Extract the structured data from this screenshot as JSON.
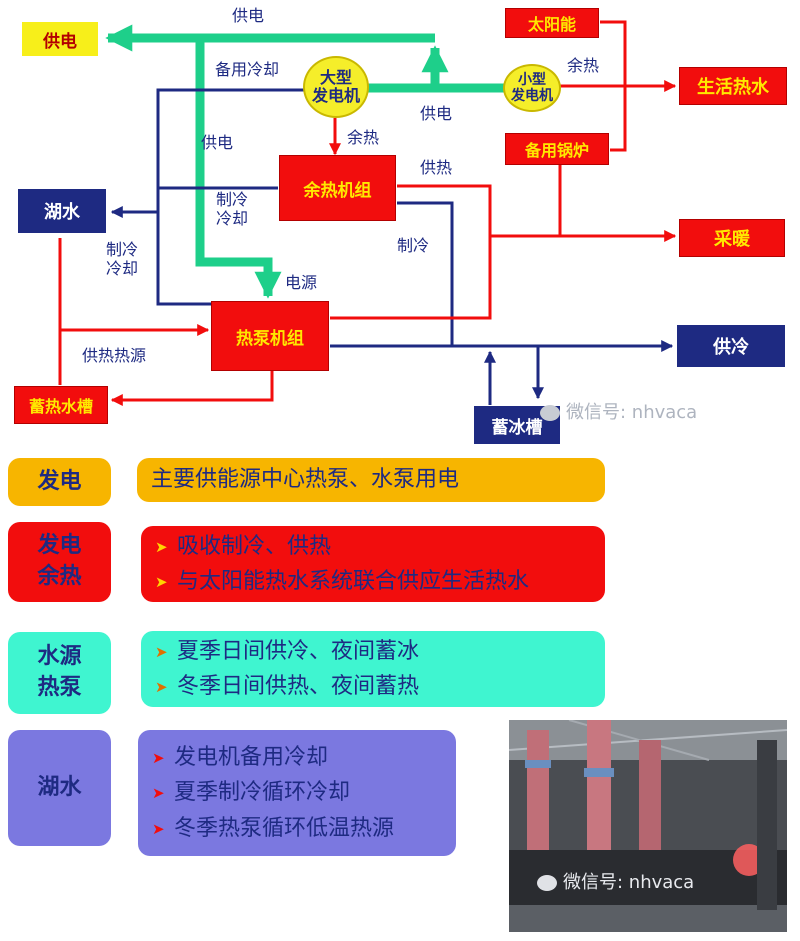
{
  "diagram": {
    "nodes": {
      "power_supply_out": "供电",
      "solar": "太阳能",
      "large_generator": "大型\n发电机",
      "small_generator": "小型\n发电机",
      "backup_boiler": "备用锅炉",
      "domestic_hot_water": "生活热水",
      "waste_heat_unit": "余热机组",
      "heating": "采暖",
      "lake_water": "湖水",
      "heat_pump_unit": "热泵机组",
      "cooling_supply": "供冷",
      "heat_storage_tank": "蓄热水槽",
      "ice_storage_tank": "蓄冰槽"
    },
    "labels": {
      "power_top": "供电",
      "backup_cooling": "备用冷却",
      "waste_heat_right": "余热",
      "power_mid": "供电",
      "power_left": "供电",
      "waste_heat_down": "余热",
      "heat_supply": "供热",
      "cooling_chill": "制冷\n冷却",
      "refrigeration_right": "制冷",
      "cooling_lake": "制冷\n冷却",
      "power_source": "电源",
      "heat_source": "供热热源"
    },
    "watermark": "微信号: nhvaca"
  },
  "summary": [
    {
      "tag": "发电",
      "items": [
        "主要供能源中心热泵、水泵用电"
      ],
      "tag_bg": "#f7b500",
      "tag_color": "#1e2a82",
      "panel_bg": "#f7b500",
      "panel_color": "#1e2a82"
    },
    {
      "tag": "发电\n余热",
      "items": [
        "吸收制冷、供热",
        "与太阳能热水系统联合供应生活热水"
      ],
      "tag_bg": "#f20d0d",
      "tag_color": "#1e2a82",
      "panel_bg": "#f20d0d",
      "panel_color": "#1e2a82",
      "bullet_color": "#ffd400"
    },
    {
      "tag": "水源\n热泵",
      "items": [
        "夏季日间供冷、夜间蓄冰",
        "冬季日间供热、夜间蓄热"
      ],
      "tag_bg": "#3ff5d0",
      "tag_color": "#1e2a82",
      "panel_bg": "#3ff5d0",
      "panel_color": "#1e2a82",
      "bullet_color": "#e07000"
    },
    {
      "tag": "湖水",
      "items": [
        "发电机备用冷却",
        "夏季制冷循环冷却",
        "冬季热泵循环低温热源"
      ],
      "tag_bg": "#7b78e0",
      "tag_color": "#1e2a82",
      "panel_bg": "#7b78e0",
      "panel_color": "#1e2a82",
      "bullet_color": "#f20d0d"
    }
  ],
  "photo": {
    "watermark": "微信号: nhvaca"
  }
}
